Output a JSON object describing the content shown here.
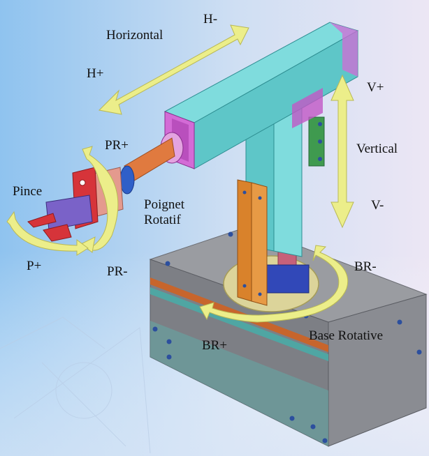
{
  "labels": {
    "h_minus": "H-",
    "horizontal": "Horizontal",
    "h_plus": "H+",
    "v_plus": "V+",
    "vertical": "Vertical",
    "v_minus": "V-",
    "pr_plus": "PR+",
    "pince": "Pince",
    "poignet_line1": "Poignet",
    "poignet_line2": "Rotatif",
    "p_plus": "P+",
    "pr_minus": "PR-",
    "br_minus": "BR-",
    "base_rotative": "Base Rotative",
    "br_plus": "BR+"
  },
  "colors": {
    "background_left": "#8fc3ef",
    "background_right": "#ece6f4",
    "arm_cyan": "#6fd6d8",
    "arm_cyan_dark": "#3fb1b5",
    "joint_magenta": "#d36bd6",
    "shaft_orange": "#e07a3f",
    "rail_orange": "#d9822b",
    "base_gray": "#7d7f85",
    "base_gray_dark": "#5e6066",
    "base_top": "#9a9ca1",
    "teal_band": "#4fa6a3",
    "turntable": "#dcd49a",
    "arrow_yellow": "#ecee8a",
    "gripper_red": "#d6343a",
    "gripper_purple": "#7a62c8",
    "plate_pink": "#e49a8e",
    "green_panel": "#3f9a4f",
    "blue_ring": "#2f5fc8",
    "blue_block": "#3148b8"
  }
}
